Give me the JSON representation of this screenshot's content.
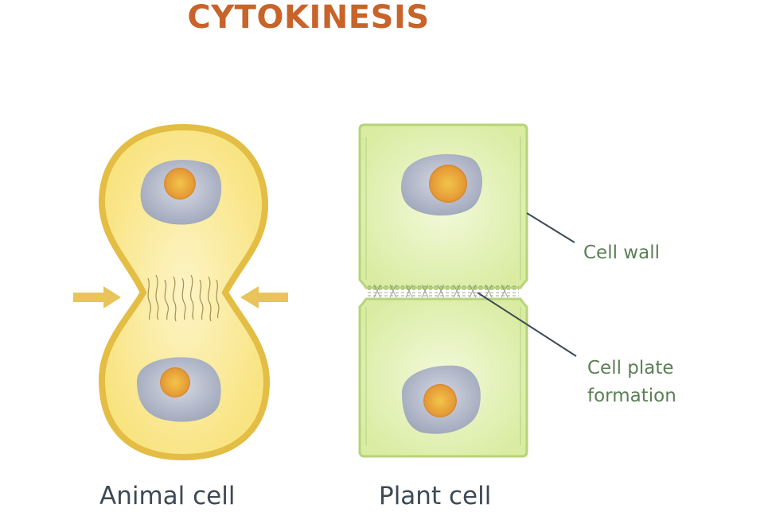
{
  "title": "CYTOKINESIS",
  "colors": {
    "title": "#c8632a",
    "animal_cytoplasm": "#fbe98a",
    "animal_membrane": "#e8c24a",
    "plant_cytoplasm": "#e7f3b8",
    "plant_wall": "#b8d37a",
    "nucleus": "#b9bfcf",
    "nucleolus": "#e7a23a",
    "arrow": "#e8c45a",
    "callout_text": "#5c7f55",
    "label_text": "#3d4a55"
  },
  "labels": {
    "animal_cell": "Animal cell",
    "plant_cell": "Plant cell",
    "cell_wall": "Cell wall",
    "cell_plate_line1": "Cell plate",
    "cell_plate_line2": "formation"
  }
}
